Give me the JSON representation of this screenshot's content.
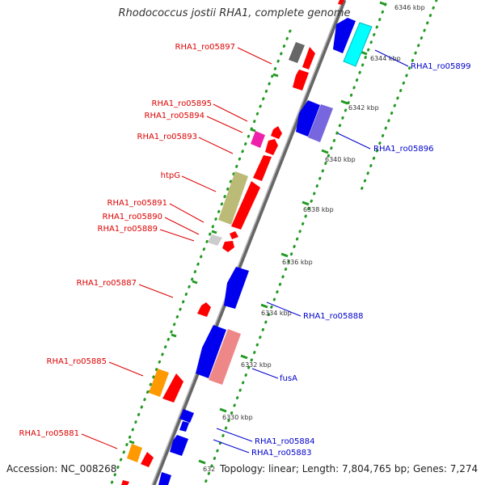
{
  "title": "Rhodococcus jostii RHA1, complete genome",
  "footer": {
    "accession": "Accession: NC_008268",
    "summary": "Topology: linear; Length: 7,804,765 bp; Genes: 7,274"
  },
  "colors": {
    "forward": "#ff0000",
    "reverse": "#0000ee",
    "backbone": "#888888",
    "tick": "#229922",
    "dot": "#229922"
  },
  "ticks": [
    "6346 kbp",
    "6344 kbp",
    "6342 kbp",
    "6340 kbp",
    "6338 kbp",
    "6336 kbp",
    "6334 kbp",
    "6332 kbp",
    "6330 kbp",
    "632"
  ],
  "labels_left": [
    {
      "text": "RHA1_ro05897",
      "color": "#dd0000"
    },
    {
      "text": "RHA1_ro05895",
      "color": "#dd0000"
    },
    {
      "text": "RHA1_ro05894",
      "color": "#dd0000"
    },
    {
      "text": "RHA1_ro05893",
      "color": "#dd0000"
    },
    {
      "text": "htpG",
      "color": "#dd0000"
    },
    {
      "text": "RHA1_ro05891",
      "color": "#dd0000"
    },
    {
      "text": "RHA1_ro05890",
      "color": "#dd0000"
    },
    {
      "text": "RHA1_ro05889",
      "color": "#dd0000"
    },
    {
      "text": "RHA1_ro05887",
      "color": "#dd0000"
    },
    {
      "text": "RHA1_ro05885",
      "color": "#dd0000"
    },
    {
      "text": "RHA1_ro05881",
      "color": "#dd0000"
    }
  ],
  "labels_right": [
    {
      "text": "RHA1_ro05899",
      "color": "#0000cc"
    },
    {
      "text": "RHA1_ro05896",
      "color": "#0000cc"
    },
    {
      "text": "RHA1_ro05888",
      "color": "#0000cc"
    },
    {
      "text": "fusA",
      "color": "#0000cc"
    },
    {
      "text": "RHA1_ro05884",
      "color": "#0000cc"
    },
    {
      "text": "RHA1_ro05883",
      "color": "#0000cc"
    }
  ],
  "features": [
    {
      "name": "RHA1_ro05897",
      "track": "outer-left",
      "color": "#666666",
      "shape": "box"
    },
    {
      "name": "RHA1_ro05897-arrow",
      "track": "forward",
      "color": "#ff0000",
      "shape": "arrow"
    },
    {
      "name": "RHA1_ro05895",
      "track": "outer-left",
      "color": "#ee22aa",
      "shape": "box"
    },
    {
      "name": "RHA1_ro05894",
      "track": "forward",
      "color": "#ff0000",
      "shape": "arrow"
    },
    {
      "name": "RHA1_ro05893",
      "track": "forward",
      "color": "#ff0000",
      "shape": "arrow"
    },
    {
      "name": "htpG",
      "track": "outer-left",
      "color": "#bbbb77",
      "shape": "box"
    },
    {
      "name": "htpG-arrow",
      "track": "forward",
      "color": "#ff0000",
      "shape": "arrow"
    },
    {
      "name": "RHA1_ro05889",
      "track": "outer-left",
      "color": "#cccccc",
      "shape": "box"
    },
    {
      "name": "RHA1_ro05887",
      "track": "forward",
      "color": "#ff0000",
      "shape": "arrow"
    },
    {
      "name": "RHA1_ro05885",
      "track": "outer-left",
      "color": "#ff9900",
      "shape": "box"
    },
    {
      "name": "RHA1_ro05881",
      "track": "outer-left",
      "color": "#ff9900",
      "shape": "box"
    },
    {
      "name": "RHA1_ro05899",
      "track": "outer-right",
      "color": "#00ffff",
      "shape": "box"
    },
    {
      "name": "RHA1_ro05896",
      "track": "outer-right",
      "color": "#7766dd",
      "shape": "box"
    },
    {
      "name": "fusA",
      "track": "outer-right",
      "color": "#ee8888",
      "shape": "box"
    },
    {
      "name": "RHA1_ro05888",
      "track": "reverse",
      "color": "#0000ee",
      "shape": "arrow"
    }
  ]
}
